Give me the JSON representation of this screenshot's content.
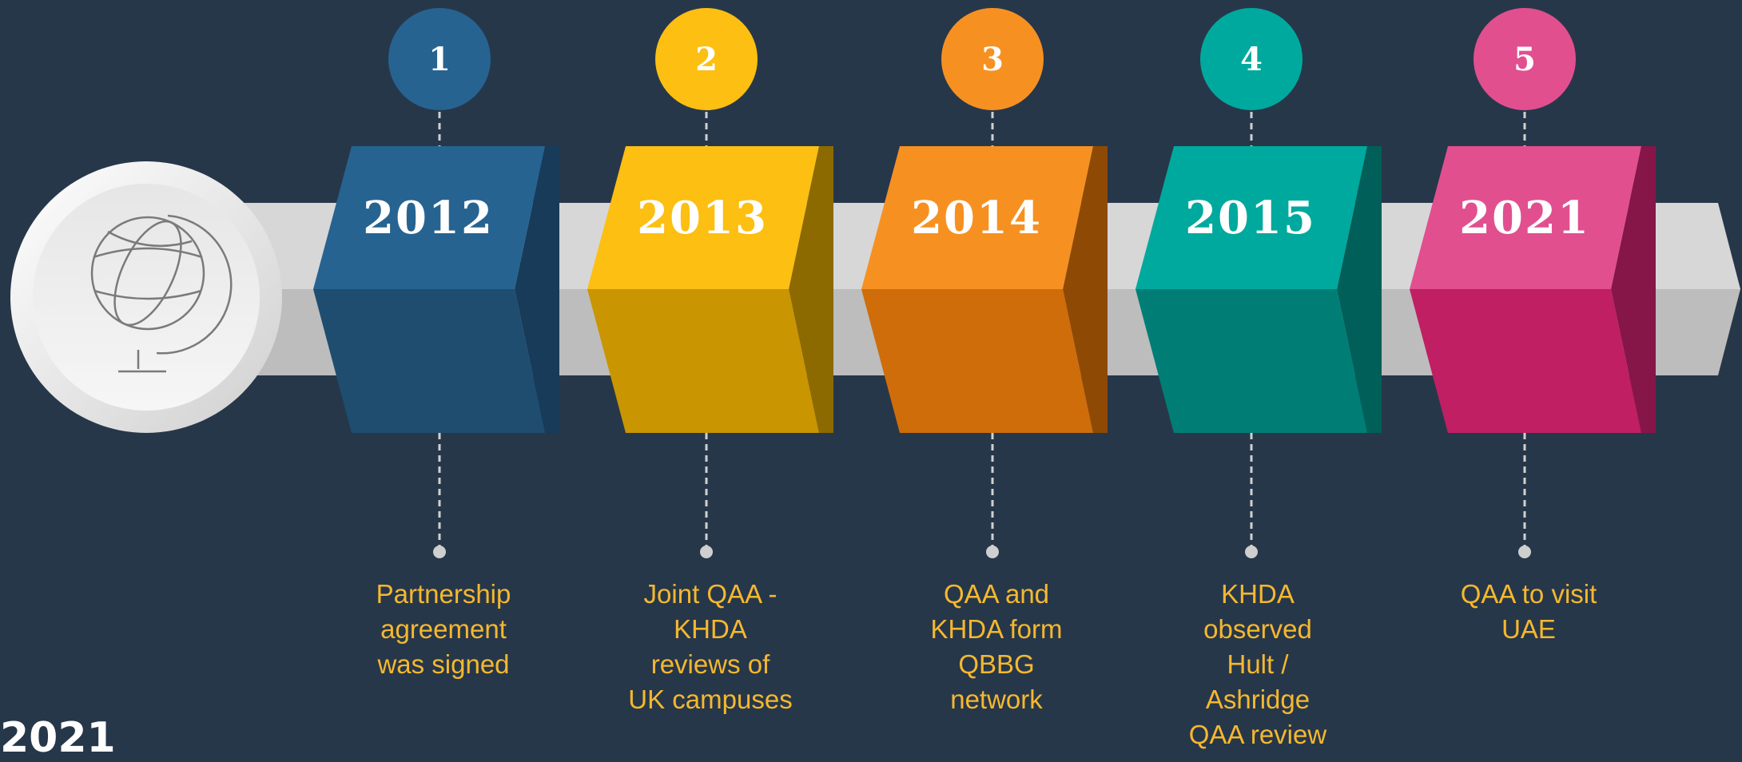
{
  "timeline": {
    "icon": "globe-icon",
    "corner_text": "2021",
    "milestones": [
      {
        "number": "1",
        "year": "2012",
        "description": "Partnership\nagreement\nwas signed",
        "color": "#266391",
        "shade": "#1e4d70",
        "edge": "#183b59"
      },
      {
        "number": "2",
        "year": "2013",
        "description": "Joint QAA -\nKHDA\nreviews of\nUK campuses",
        "color": "#fcbf12",
        "shade": "#c99500",
        "edge": "#8c6a00"
      },
      {
        "number": "3",
        "year": "2014",
        "description": "QAA and\nKHDA form\nQBBG\nnetwork",
        "color": "#f69121",
        "shade": "#cf6d0a",
        "edge": "#8e4a05"
      },
      {
        "number": "4",
        "year": "2015",
        "description": "KHDA\nobserved\nHult /\nAshridge\nQAA review",
        "color": "#00a99d",
        "shade": "#007e76",
        "edge": "#005f58"
      },
      {
        "number": "5",
        "year": "2021",
        "description": "QAA to visit\nUAE",
        "color": "#e14f8f",
        "shade": "#c01f63",
        "edge": "#861648"
      }
    ]
  }
}
